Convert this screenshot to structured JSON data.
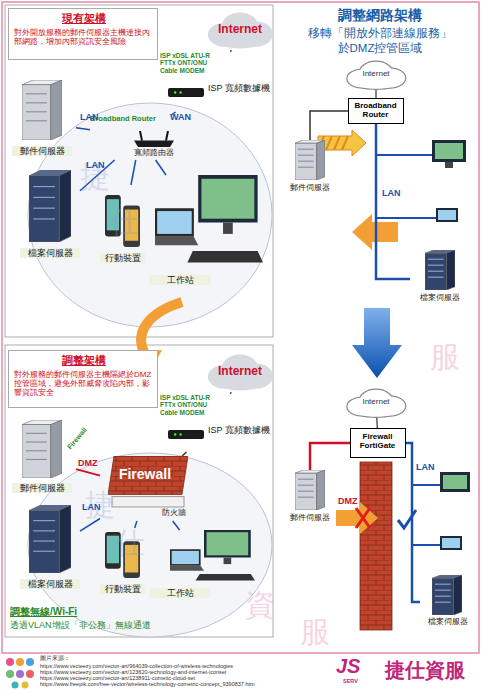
{
  "diagram": {
    "nodes": [
      {
        "text": [
          "現有架構",
          "對外開放服務的郵件伺服器主機連接內部網路，增加內部資訊安全風險"
        ]
      },
      {
        "text": [
          "Internet"
        ]
      },
      {
        "text": [
          "ISP xDSL ATU-R FTTx ONT/ONU Cable MODEM",
          "ISP 寬頻數據機"
        ]
      },
      {
        "text": [
          "Broadband Router",
          "寬頻路由器"
        ]
      },
      {
        "text": [
          "郵件伺服器"
        ]
      },
      {
        "text": [
          "檔案伺服器"
        ]
      },
      {
        "text": [
          "行動裝置"
        ]
      },
      {
        "text": [
          "工作站"
        ]
      },
      {
        "text": [
          "Internet"
        ]
      },
      {
        "text": [
          "Broadband Router"
        ]
      },
      {
        "text": [
          "郵件伺服器"
        ]
      },
      {
        "text": [
          "檔案伺服器"
        ]
      },
      {
        "text": [
          "調整架構",
          "對外服務的郵件伺服器主機隔絕於DMZ控管區域，避免外部威脅攻陷內部，影響資訊安全"
        ]
      },
      {
        "text": [
          "Internet"
        ]
      },
      {
        "text": [
          "ISP xDSL ATU-R FTTx ONT/ONU Cable MODEM",
          "ISP 寬頻數據機"
        ]
      },
      {
        "text": [
          "Firewall",
          "防火牆"
        ]
      },
      {
        "text": [
          "郵件伺服器"
        ]
      },
      {
        "text": [
          "檔案伺服器"
        ]
      },
      {
        "text": [
          "行動裝置"
        ]
      },
      {
        "text": [
          "工作站"
        ]
      },
      {
        "text": [
          "Internet"
        ]
      },
      {
        "text": [
          "Firewall FortiGate"
        ]
      },
      {
        "text": [
          "郵件伺服器"
        ]
      },
      {
        "text": [
          "檔案伺服器"
        ]
      }
    ],
    "edges": [
      {
        "from": 1,
        "to": 2,
        "arrow": "none"
      },
      {
        "from": 2,
        "to": 3,
        "label": "WAN",
        "arrow": "none"
      },
      {
        "from": 3,
        "to": 4,
        "label": "LAN",
        "arrow": "none"
      },
      {
        "from": 3,
        "to": 5,
        "label": "LAN",
        "arrow": "none"
      },
      {
        "from": 3,
        "to": 6,
        "arrow": "none"
      },
      {
        "from": 3,
        "to": 7,
        "arrow": "none"
      },
      {
        "from": 8,
        "to": 9,
        "arrow": "none"
      },
      {
        "from": 9,
        "to": 10,
        "arrow": "none"
      },
      {
        "from": 9,
        "to": 11,
        "label": "LAN",
        "arrow": "none"
      },
      {
        "from": 13,
        "to": 14,
        "arrow": "none"
      },
      {
        "from": 14,
        "to": 15,
        "arrow": "none"
      },
      {
        "from": 15,
        "to": 16,
        "label": "DMZ",
        "arrow": "none"
      },
      {
        "from": 15,
        "to": 17,
        "label": "LAN",
        "arrow": "none"
      },
      {
        "from": 15,
        "to": 18,
        "arrow": "none"
      },
      {
        "from": 15,
        "to": 19,
        "arrow": "none"
      },
      {
        "from": 20,
        "to": 21,
        "arrow": "none"
      },
      {
        "from": 21,
        "to": 22,
        "label": "DMZ",
        "arrow": "none"
      },
      {
        "from": 21,
        "to": 23,
        "label": "LAN",
        "arrow": "none"
      }
    ],
    "labels": [
      "調整網路架構",
      "移轉「開放外部連線服務」",
      "於DMZ控管區域",
      "捷",
      "仕",
      "服",
      "Firewall",
      "調整無線/Wi-Fi",
      "透過VLAN增設「非公務」無線通道",
      "捷",
      "仕",
      "資",
      "服",
      "圖片來源：",
      "https://www.vecteezy.com/vector-art/964039-collection-of-wireless-technologies",
      "https://www.vecteezy.com/vector-art/123620-technology-and-internet-iconset",
      "https://www.vecteezy.com/vector-art/1238911-cometic-cloud-set",
      "https://www.freepik.com/free-vector/wireless-technology-cometric-concept_9390837.htm",
      "JS",
      "SERV",
      "捷仕資服"
    ]
  }
}
